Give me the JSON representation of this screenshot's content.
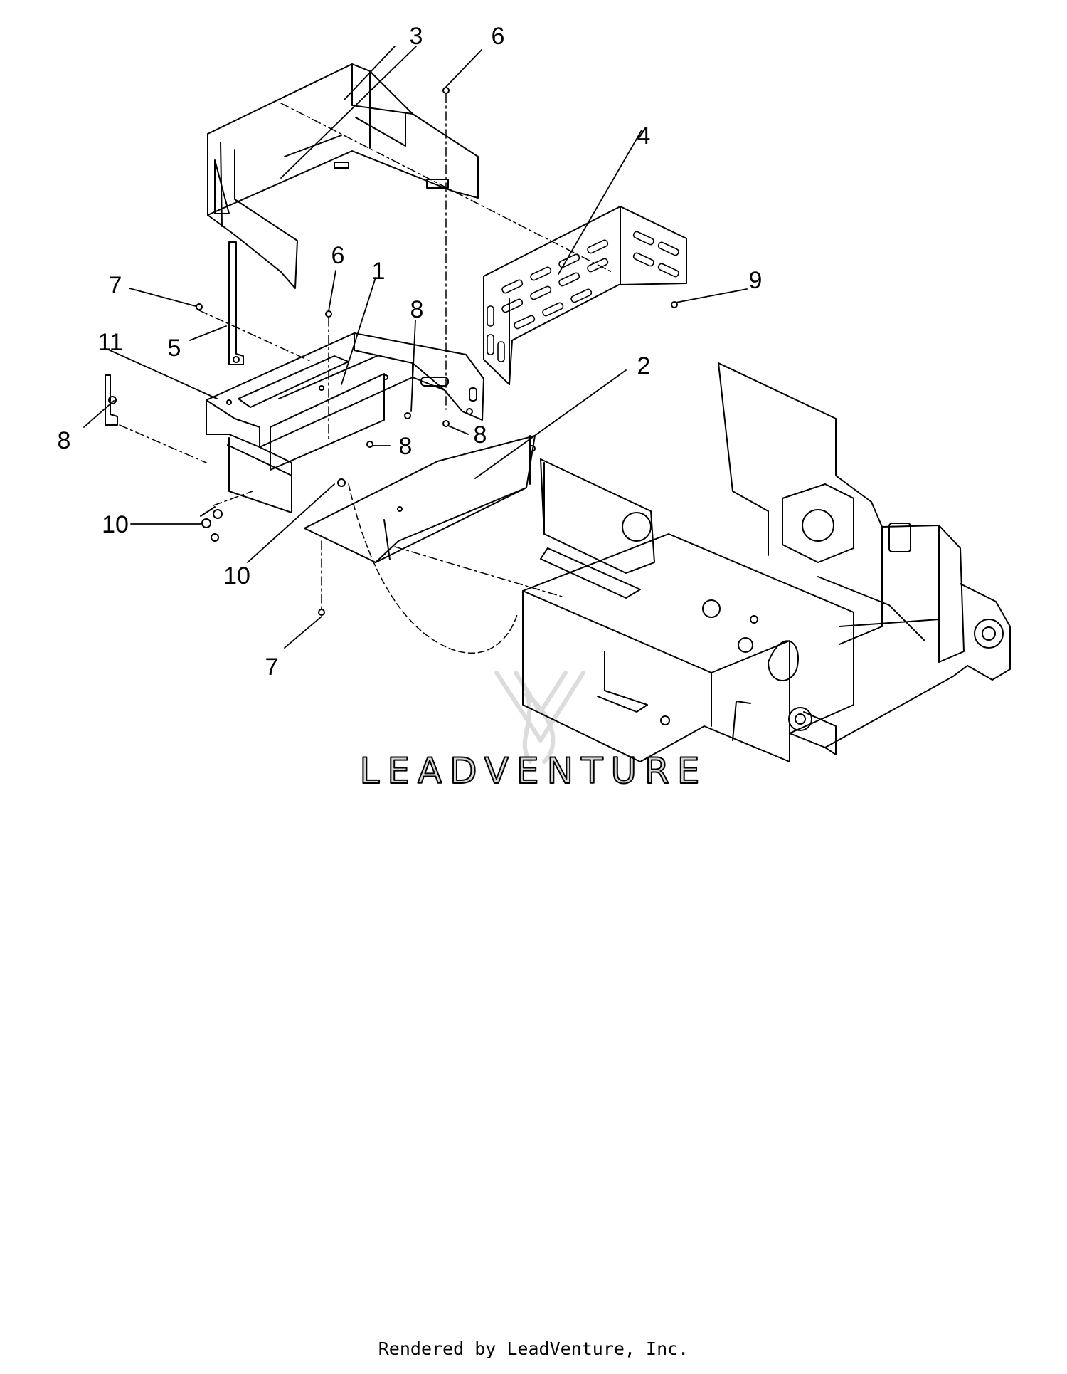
{
  "diagram": {
    "callouts": [
      "3",
      "6",
      "4",
      "7",
      "6",
      "1",
      "8",
      "9",
      "11",
      "5",
      "2",
      "8",
      "8",
      "8",
      "10",
      "10",
      "7"
    ],
    "watermark": "LEADVENTURE",
    "colors": {
      "line": "#000000",
      "watermark": "#d6d6d6",
      "background": "#ffffff"
    }
  },
  "footer": {
    "text": "Rendered by LeadVenture, Inc."
  }
}
